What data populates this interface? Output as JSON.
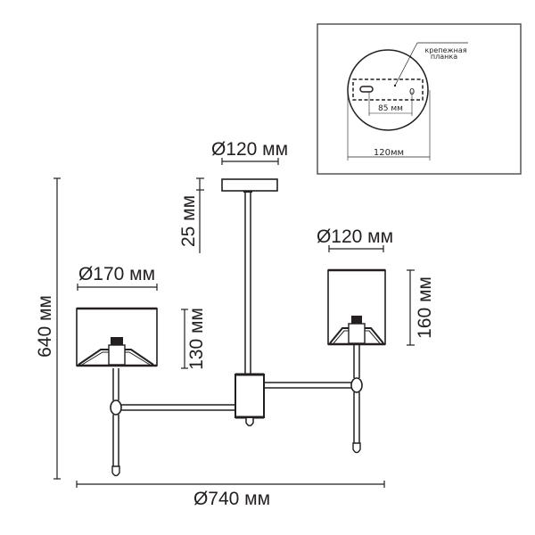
{
  "diagram": {
    "subject": "chandelier-technical-drawing",
    "colors": {
      "line": "#231f20",
      "background": "#ffffff",
      "inset_border": "#555555"
    },
    "dimensions": {
      "canopy_diameter": "Ø120 мм",
      "canopy_height": "25 мм",
      "left_shade_diameter": "Ø170 мм",
      "left_shade_height": "130 мм",
      "right_shade_diameter": "Ø120 мм",
      "right_shade_height": "160 мм",
      "total_height": "640 мм",
      "total_width": "Ø740 мм"
    },
    "inset": {
      "mounting_plate_label_line1": "крепежная",
      "mounting_plate_label_line2": "планка",
      "hole_spacing": "85 мм",
      "base_diameter": "120мм",
      "screw_symbol": "0"
    }
  }
}
